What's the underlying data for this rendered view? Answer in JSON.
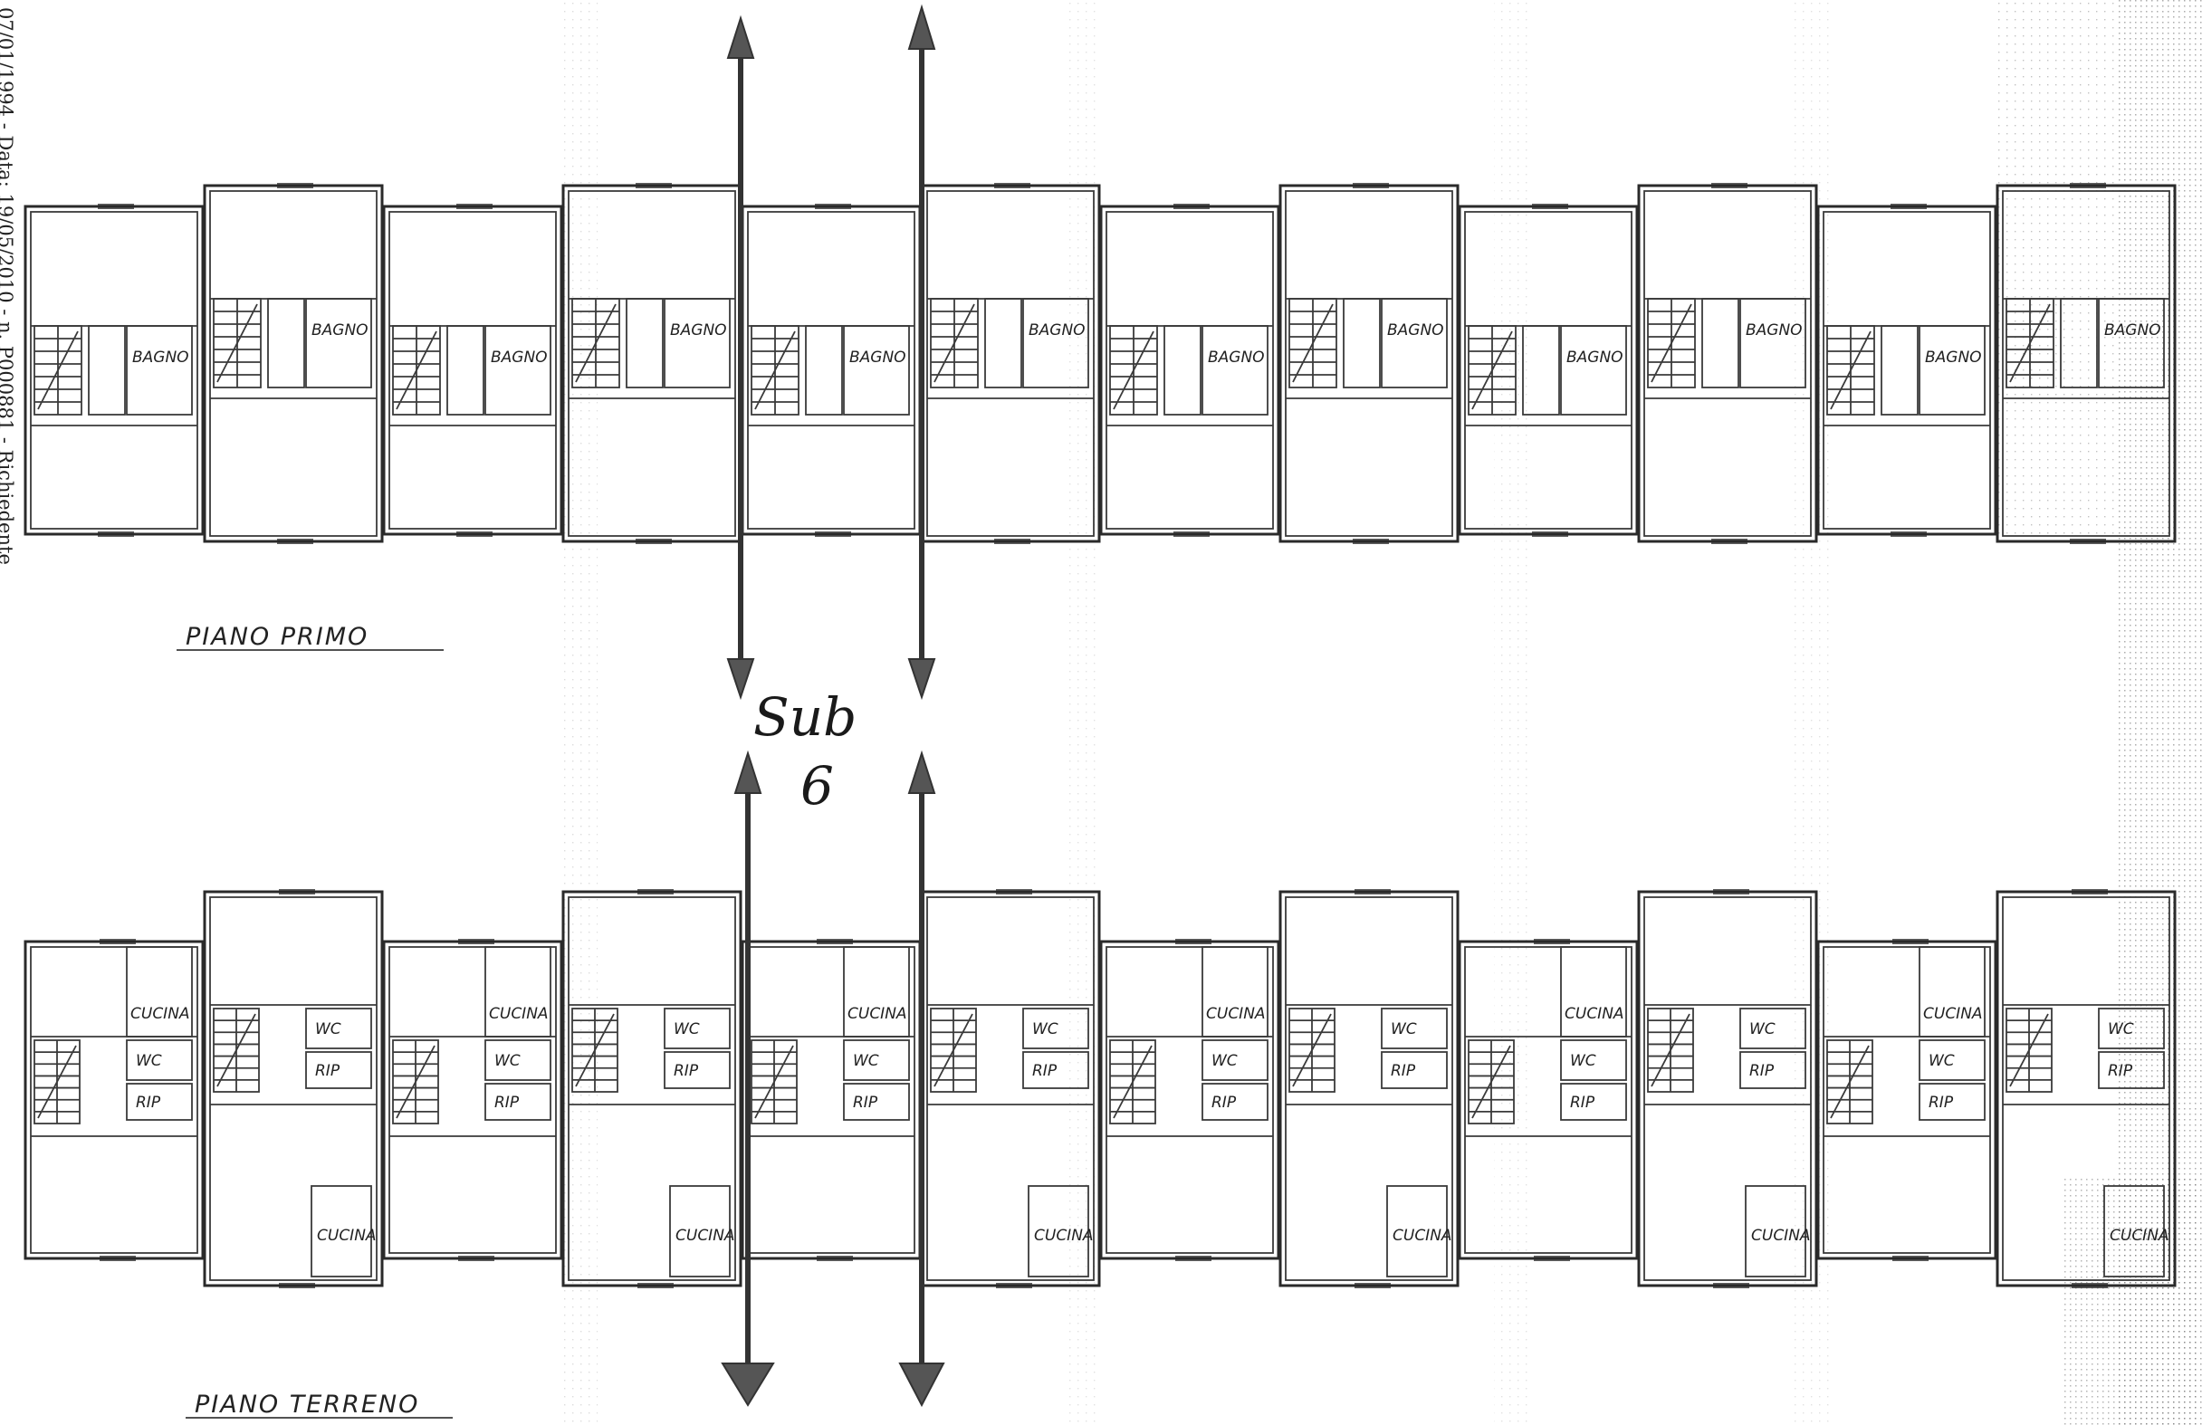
{
  "margin_note": "07/01/1994 - Data: 19/05/2010 - n. P000881 - Richiedente",
  "floors": {
    "first": {
      "title": "PIANO PRIMO",
      "rooms": [
        "BAGNO",
        "BAGNO",
        "BAGNO",
        "BAGNO",
        "BAGNO",
        "BAGNO",
        "BAGNO",
        "BAGNO",
        "BAGNO",
        "BAGNO",
        "BAGNO",
        "BAGNO"
      ]
    },
    "ground": {
      "title": "PIANO TERRENO",
      "labels": {
        "cucina": "CUCINA",
        "wc": "WC",
        "rip": "RIP"
      }
    }
  },
  "subdivision": {
    "line1": "Sub",
    "line2": "6"
  }
}
